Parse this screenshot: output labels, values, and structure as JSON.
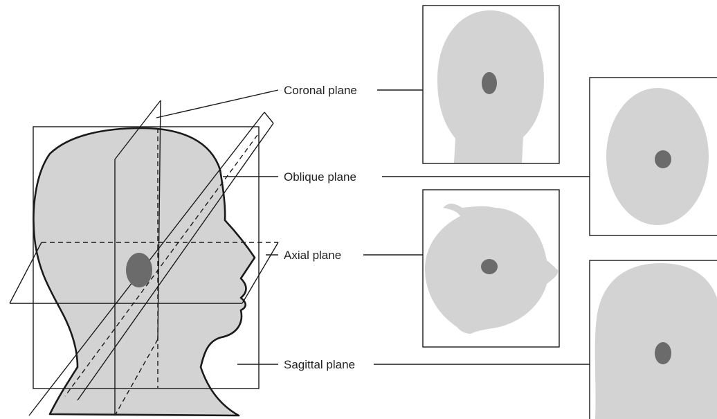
{
  "labels": {
    "coronal": "Coronal plane",
    "oblique": "Oblique plane",
    "axial": "Axial plane",
    "sagittal": "Sagittal plane"
  },
  "colors": {
    "head_fill": "#d3d3d3",
    "target_fill": "#6b6b6b",
    "line": "#1a1a1a"
  }
}
